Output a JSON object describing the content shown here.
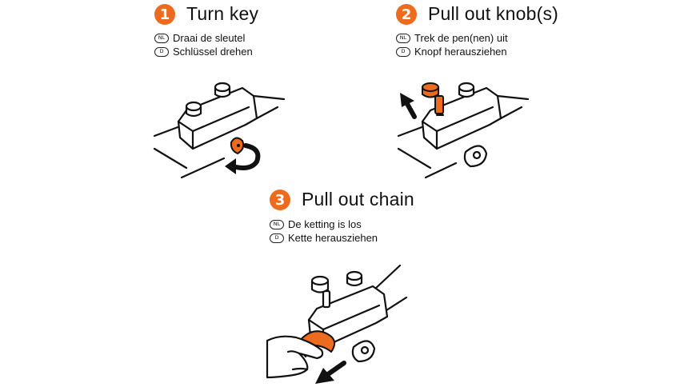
{
  "steps": [
    {
      "number": "1",
      "title": "Turn key",
      "lines": [
        {
          "lang": "NL",
          "text": "Draai de sleutel"
        },
        {
          "lang": "D",
          "text": "Schlüssel drehen"
        }
      ]
    },
    {
      "number": "2",
      "title": "Pull out knob(s)",
      "lines": [
        {
          "lang": "NL",
          "text": "Trek de pen(nen) uit"
        },
        {
          "lang": "D",
          "text": "Knopf herausziehen"
        }
      ]
    },
    {
      "number": "3",
      "title": "Pull out chain",
      "lines": [
        {
          "lang": "NL",
          "text": "De ketting is los"
        },
        {
          "lang": "D",
          "text": "Kette herausziehen"
        }
      ]
    }
  ],
  "colors": {
    "accent": "#ed6b1f",
    "ink": "#111111",
    "background": "#ffffff"
  }
}
